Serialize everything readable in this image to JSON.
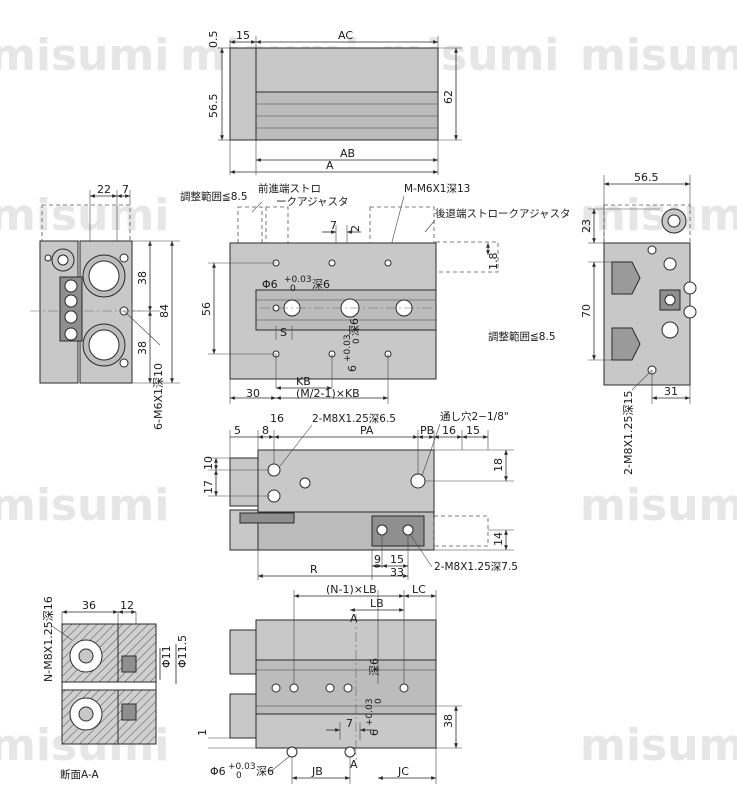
{
  "watermark": "misumi",
  "colors": {
    "body": "#c8c8c8",
    "line": "#2a2a2a",
    "watermark": "#e6e6e6"
  },
  "top_view": {
    "dims": [
      "0.5",
      "15",
      "AC",
      "56.5",
      "62",
      "AB",
      "A"
    ]
  },
  "left_end_view": {
    "dims": [
      "22",
      "7",
      "38",
      "84",
      "38"
    ],
    "note": "6-M6X1深10"
  },
  "plan_view": {
    "labels": [
      "調整範囲≦8.5",
      "前進端ストロ",
      "ークアジャスタ",
      "M-M6X1深13",
      "後退端ストロークアジャスタ",
      "調整範囲≦8.5"
    ],
    "dims": [
      "7",
      "2",
      "1.8",
      "56",
      "S",
      "KB",
      "(M/2-1)×KB",
      "30"
    ],
    "hole_note_main": "Φ6",
    "hole_note_tol": "+0.03",
    "hole_note_tol0": "0",
    "hole_note_depth": "深6",
    "vert_note_a": "6",
    "vert_note_b": "+0.03",
    "vert_note_c": "0",
    "vert_note_d": "深6"
  },
  "right_end_view": {
    "dims": [
      "56.5",
      "23",
      "70",
      "31"
    ],
    "note": "2-M8X1.25深15"
  },
  "side_view": {
    "dims": [
      "5",
      "8",
      "16",
      "PA",
      "PB",
      "16",
      "15",
      "10",
      "17",
      "18",
      "14",
      "R",
      "9",
      "15",
      "33"
    ],
    "notes": [
      "2-M8X1.25深6.5",
      "通し穴2−1/8\"",
      "2-M8X1.25深7.5"
    ]
  },
  "section_view": {
    "dims": [
      "36",
      "12",
      "Φ11",
      "Φ11.5"
    ],
    "note": "N-M8X1.25深16",
    "caption": "断面A-A"
  },
  "bottom_view": {
    "dims": [
      "(N-1)×LB",
      "LB",
      "LC",
      "A",
      "38",
      "7",
      "1",
      "JB",
      "A",
      "JC"
    ],
    "hole_note_main": "Φ6",
    "hole_note_tol": "+0.03",
    "hole_note_tol0": "0",
    "hole_note_depth": "深6",
    "vert_note_a": "6",
    "vert_note_b": "+0.03",
    "vert_note_c": "0",
    "vert_note_d": "深6"
  }
}
